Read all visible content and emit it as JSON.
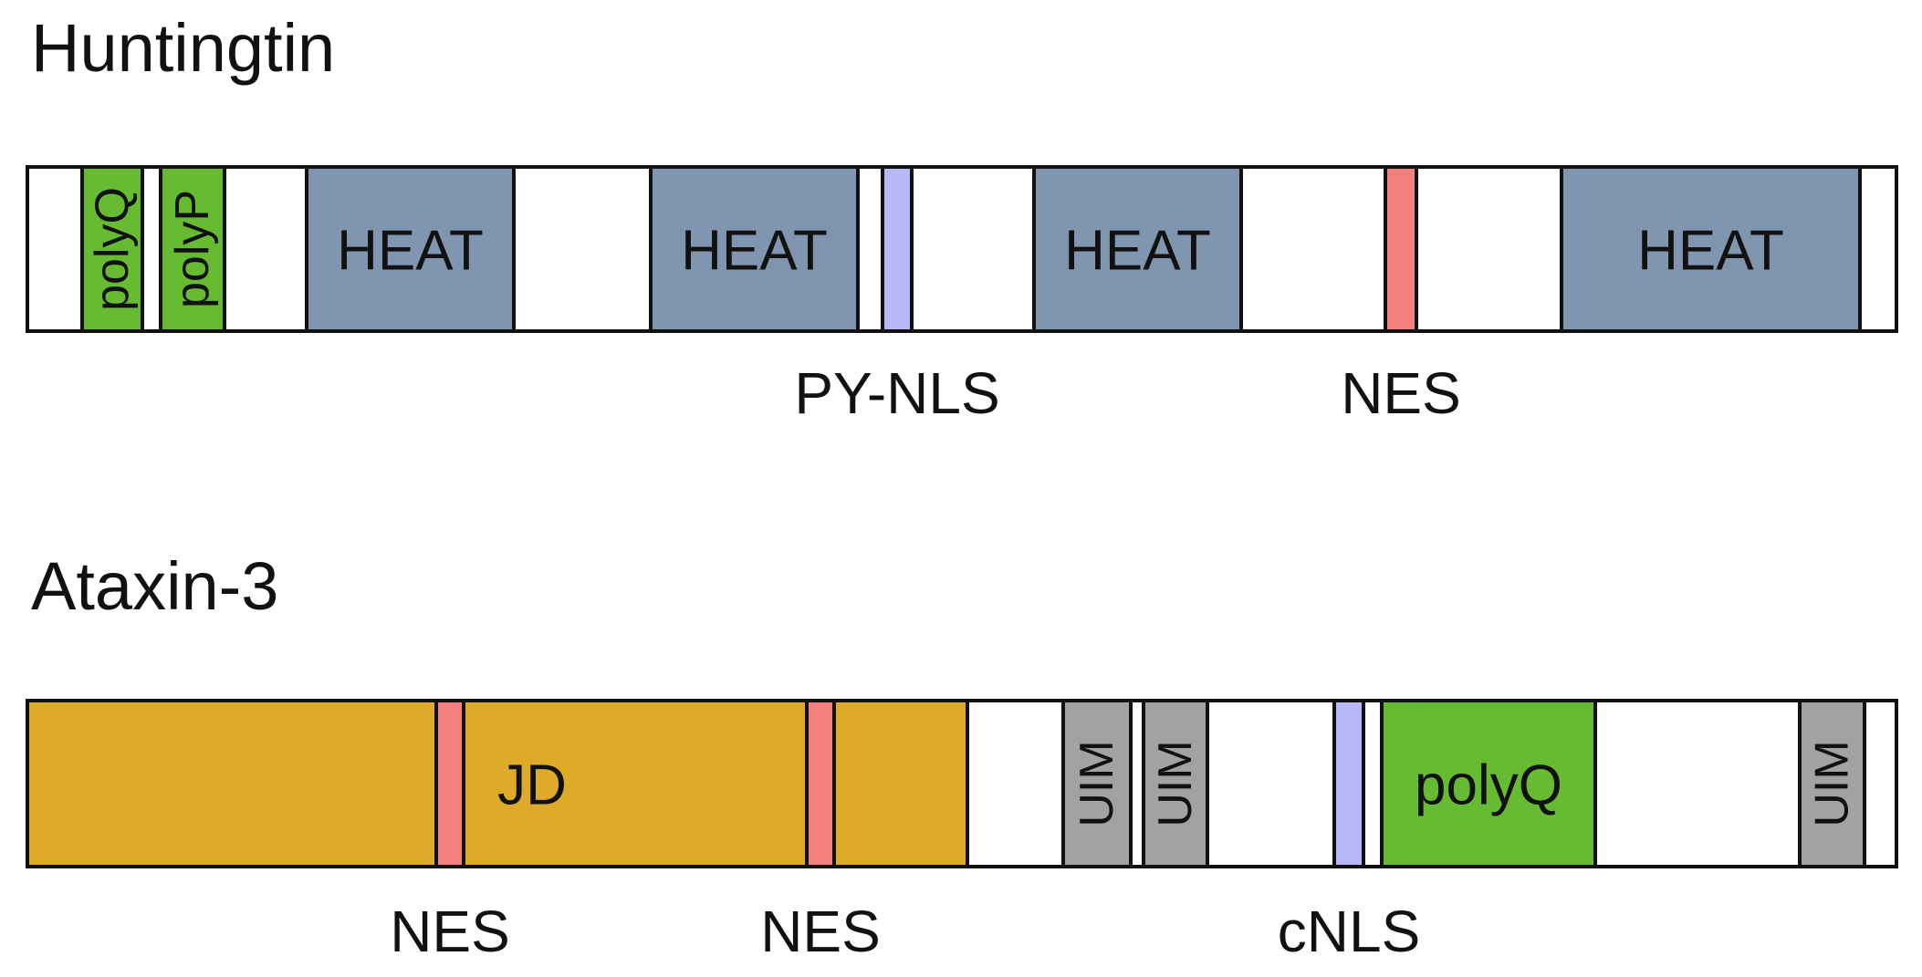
{
  "proteins": [
    {
      "id": "huntingtin",
      "name": "Huntingtin",
      "domains": [
        {
          "type": "polyQ",
          "label": "polyQ",
          "vertical": true
        },
        {
          "type": "polyP",
          "label": "polyP",
          "vertical": true
        },
        {
          "type": "HEAT",
          "label": "HEAT"
        },
        {
          "type": "HEAT",
          "label": "HEAT"
        },
        {
          "type": "NLS",
          "label": ""
        },
        {
          "type": "HEAT",
          "label": "HEAT"
        },
        {
          "type": "NES",
          "label": ""
        },
        {
          "type": "HEAT",
          "label": "HEAT"
        }
      ],
      "below_labels": [
        "PY-NLS",
        "NES"
      ]
    },
    {
      "id": "ataxin-3",
      "name": "Ataxin-3",
      "domains": [
        {
          "type": "JD",
          "label": "JD"
        },
        {
          "type": "NES",
          "label": ""
        },
        {
          "type": "NES",
          "label": ""
        },
        {
          "type": "UIM",
          "label": "UIM",
          "vertical": true
        },
        {
          "type": "UIM",
          "label": "UIM",
          "vertical": true
        },
        {
          "type": "NLS",
          "label": ""
        },
        {
          "type": "polyQ",
          "label": "polyQ"
        },
        {
          "type": "UIM",
          "label": "UIM",
          "vertical": true
        }
      ],
      "below_labels": [
        "NES",
        "NES",
        "cNLS"
      ]
    }
  ],
  "colors": {
    "HEAT": "#8096b0",
    "polyQ": "#66bb33",
    "polyP": "#66bb33",
    "NLS": "#b8b8f8",
    "NES": "#f47f7f",
    "JD": "#ddaa2a",
    "UIM": "#a2a2a2",
    "outline": "#111111",
    "background": "#ffffff"
  }
}
